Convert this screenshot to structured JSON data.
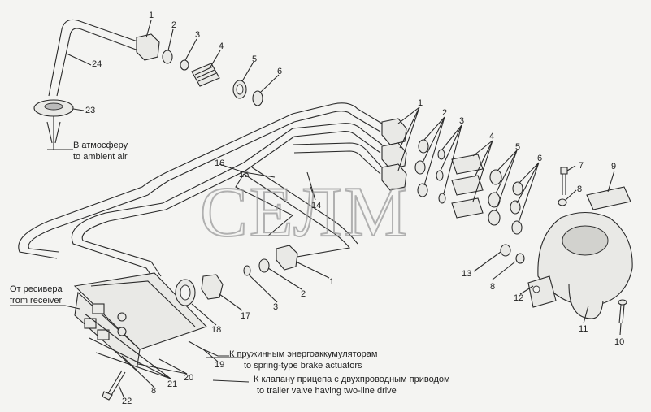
{
  "watermark": "СЕЛМ",
  "captions": {
    "atmosphere_ru": "В атмосферу",
    "atmosphere_en": "to ambient air",
    "receiver_ru": "От ресивера",
    "receiver_en": "from receiver",
    "spring_ru": "К пружинным энергоаккумуляторам",
    "spring_en": "to spring-type brake actuators",
    "trailer_ru": "К клапану прицепа с двухпроводным приводом",
    "trailer_en": "to trailer valve having two-line drive"
  },
  "callouts": {
    "c1a": "1",
    "c2a": "2",
    "c3a": "3",
    "c4a": "4",
    "c5a": "5",
    "c6a": "6",
    "c24": "24",
    "c23": "23",
    "c1b": "1",
    "c2b": "2",
    "c3b": "3",
    "c4b": "4",
    "c5b": "5",
    "c6b": "6",
    "c7": "7",
    "c8a": "8",
    "c9": "9",
    "c16": "16",
    "c15": "15",
    "c14": "14",
    "c13": "13",
    "c8b": "8",
    "c12": "12",
    "c11": "11",
    "c10": "10",
    "c1c": "1",
    "c2c": "2",
    "c3c": "3",
    "c17": "17",
    "c18": "18",
    "c19": "19",
    "c20": "20",
    "c21": "21",
    "c8c": "8",
    "c22": "22"
  }
}
